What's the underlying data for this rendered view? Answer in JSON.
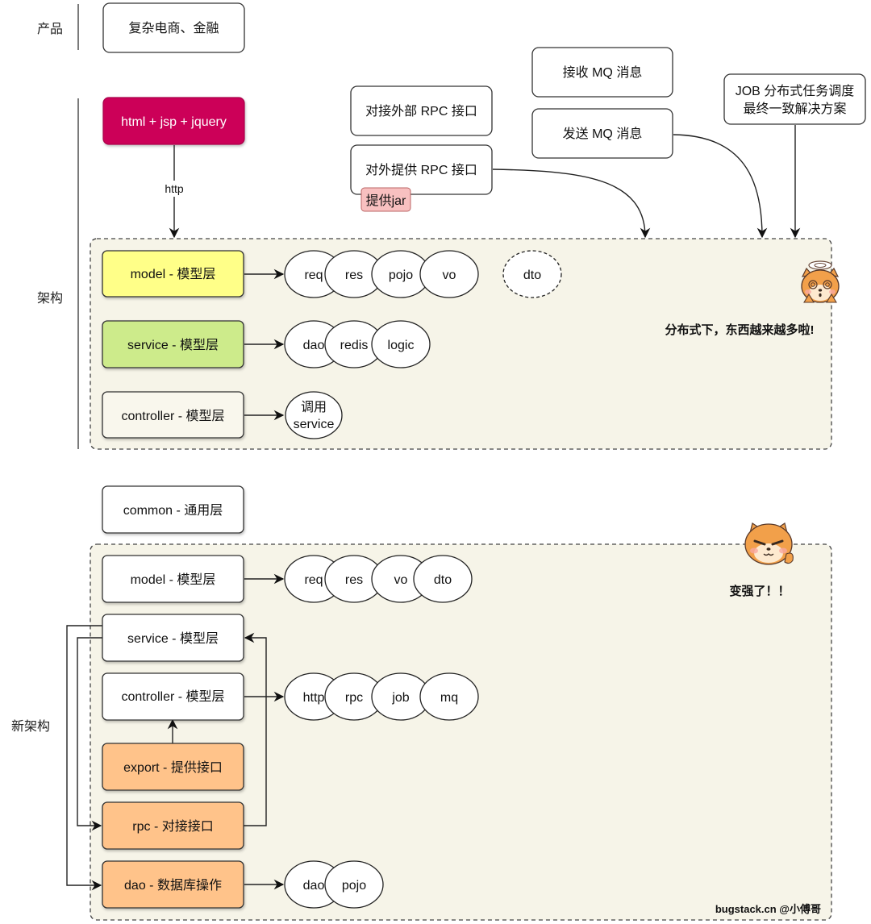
{
  "colors": {
    "frontend": "#cc0058",
    "model_old": "#ffff88",
    "service_old": "#cdeb8b",
    "controller_old": "#f9f7ed",
    "new_orange": "#ffc38a",
    "group_bg": "#f6f4e8",
    "jar_tag": "#f8c0c0",
    "white": "#ffffff"
  },
  "sections": {
    "product": "产品",
    "arch": "架构",
    "new_arch": "新架构"
  },
  "product_box": "复杂电商、金融",
  "frontend_box": "html + jsp + jquery",
  "http_label": "http",
  "external": {
    "rpc_consume": "对接外部 RPC 接口",
    "rpc_provide": "对外提供 RPC 接口",
    "jar_tag": "提供jar",
    "mq_receive": "接收 MQ 消息",
    "mq_send": "发送 MQ 消息",
    "job_line1": "JOB 分布式任务调度",
    "job_line2": "最终一致解决方案"
  },
  "old_arch": {
    "layers": [
      {
        "label": "model - 模型层",
        "items": [
          "req",
          "res",
          "pojo",
          "vo"
        ],
        "extra": "dto"
      },
      {
        "label": "service - 模型层",
        "items": [
          "dao",
          "redis",
          "logic"
        ]
      },
      {
        "label": "controller - 模型层",
        "items": [
          "调用",
          "service"
        ]
      }
    ],
    "caption": "分布式下，东西越来越多啦!"
  },
  "new_arch": {
    "common": "common - 通用层",
    "layers": [
      {
        "label": "model - 模型层",
        "items": [
          "req",
          "res",
          "vo",
          "dto"
        ]
      },
      {
        "label": "service - 模型层"
      },
      {
        "label": "controller - 模型层",
        "items": [
          "http",
          "rpc",
          "job",
          "mq"
        ]
      },
      {
        "label": "export - 提供接口"
      },
      {
        "label": "rpc - 对接接口"
      },
      {
        "label": "dao - 数据库操作",
        "items": [
          "dao",
          "pojo"
        ]
      }
    ],
    "caption": "变强了！！",
    "watermark": "bugstack.cn @小傅哥"
  }
}
